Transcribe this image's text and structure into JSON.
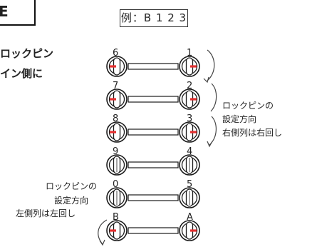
{
  "header_box": {
    "text": "E"
  },
  "example_label": "例：B 1 2 3",
  "instruction": {
    "line1": "ロックピン",
    "line2": "イン側に"
  },
  "right_note": {
    "line1": "ロックピンの",
    "line2": "設定方向",
    "line3": "右側列は右回し"
  },
  "left_note": {
    "line1": "ロックピンの",
    "line2": "設定方向",
    "line3": "左側列は左回し"
  },
  "dials": {
    "left_labels": [
      "6",
      "7",
      "8",
      "9",
      "0",
      "B"
    ],
    "right_labels": [
      "1",
      "2",
      "3",
      "4",
      "5",
      "A"
    ],
    "left_pin_set": [
      true,
      true,
      true,
      false,
      false,
      true
    ],
    "right_pin_set": [
      true,
      true,
      true,
      false,
      false,
      true
    ]
  },
  "colors": {
    "pin_red": "#e53030",
    "line_dark": "#1a1a1a"
  }
}
